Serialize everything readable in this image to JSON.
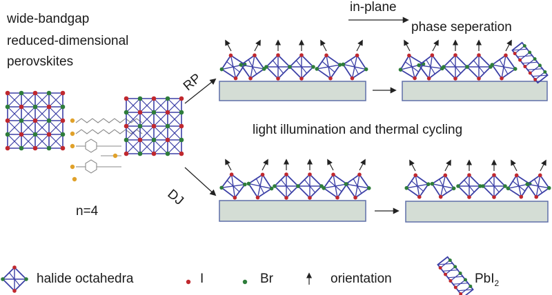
{
  "title": {
    "line1": "wide-bandgap",
    "line2": "reduced-dimensional",
    "line3": "perovskites"
  },
  "labels": {
    "in_plane": "in-plane",
    "phase_separation": "phase seperation",
    "rp": "RP",
    "dj": "DJ",
    "n_value": "n=4",
    "illumination": "light illumination and thermal cycling"
  },
  "legend": {
    "octahedra": "halide octahedra",
    "iodide": "I",
    "bromide": "Br",
    "orientation": "orientation",
    "pbi2_base": "PbI",
    "pbi2_sub": "2"
  },
  "colors": {
    "octahedron_edge": "#3b3fa6",
    "iodide": "#c0282e",
    "bromide": "#2e7d3a",
    "substrate_fill": "#d4ddd5",
    "substrate_edge": "#5e6fa8",
    "ligand_tip": "#e0a12a"
  }
}
